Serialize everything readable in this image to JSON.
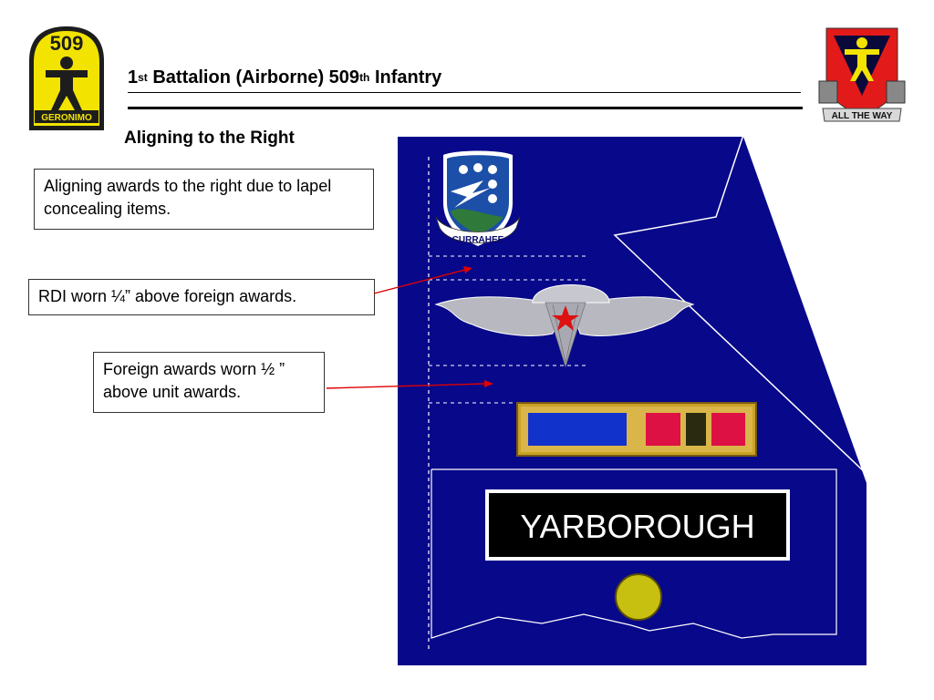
{
  "header": {
    "title_prefix": "1",
    "title_sup1": "st",
    "title_middle": " Battalion (Airborne) 509",
    "title_sup2": "th",
    "title_suffix": " Infantry",
    "subtitle": "Aligning to the Right"
  },
  "logos": {
    "left_number": "509",
    "left_motto": "GERONIMO",
    "right_motto": "ALL THE WAY"
  },
  "callouts": {
    "align_note": "Aligning awards to the right due to lapel concealing items.",
    "rdi_note": "RDI worn ¼” above foreign awards.",
    "foreign_note": "Foreign awards worn ½ ” above unit awards."
  },
  "uniform": {
    "patch_motto": "CURRAHEE",
    "nameplate": "YARBOROUGH"
  },
  "colors": {
    "uniform_blue": "#08088a",
    "wing_silver": "#b8b8c0",
    "star_red": "#dd1111",
    "ribbon_blue": "#1133cc",
    "ribbon_red": "#dd1144",
    "gold_frame": "#c9a227",
    "arrow_red": "#e00000"
  }
}
